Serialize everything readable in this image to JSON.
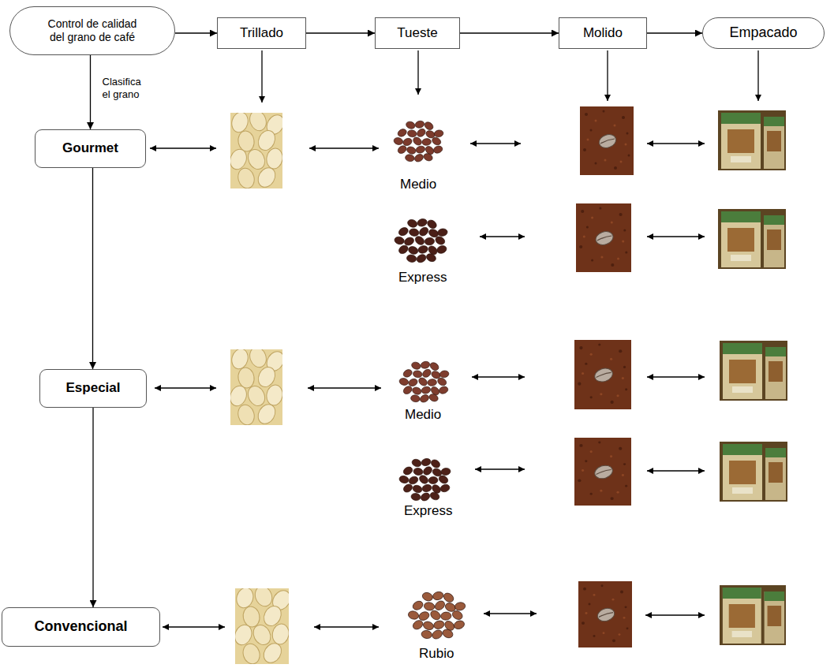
{
  "diagram": {
    "nodes": [
      {
        "text": [
          "Control de calidad del grano de café"
        ]
      },
      {
        "text": [
          "Trillado"
        ]
      },
      {
        "text": [
          "Tueste"
        ]
      },
      {
        "text": [
          "Molido"
        ]
      },
      {
        "text": [
          "Empacado"
        ]
      },
      {
        "text": [
          "Gourmet"
        ]
      },
      {
        "text": [
          "Especial"
        ]
      },
      {
        "text": [
          "Convencional"
        ]
      }
    ],
    "edges": [
      {
        "from": 0,
        "to": 1,
        "arrow": "to"
      },
      {
        "from": 1,
        "to": 2,
        "arrow": "to"
      },
      {
        "from": 2,
        "to": 3,
        "arrow": "to"
      },
      {
        "from": 3,
        "to": 4,
        "arrow": "to"
      },
      {
        "from": 0,
        "to": 5,
        "label": "Clasifica el grano",
        "arrow": "to"
      },
      {
        "from": 5,
        "to": 6,
        "arrow": "to"
      },
      {
        "from": 6,
        "to": 7,
        "arrow": "to"
      }
    ],
    "labels": [
      "Medio",
      "Express",
      "Medio",
      "Express",
      "Rubio"
    ]
  }
}
